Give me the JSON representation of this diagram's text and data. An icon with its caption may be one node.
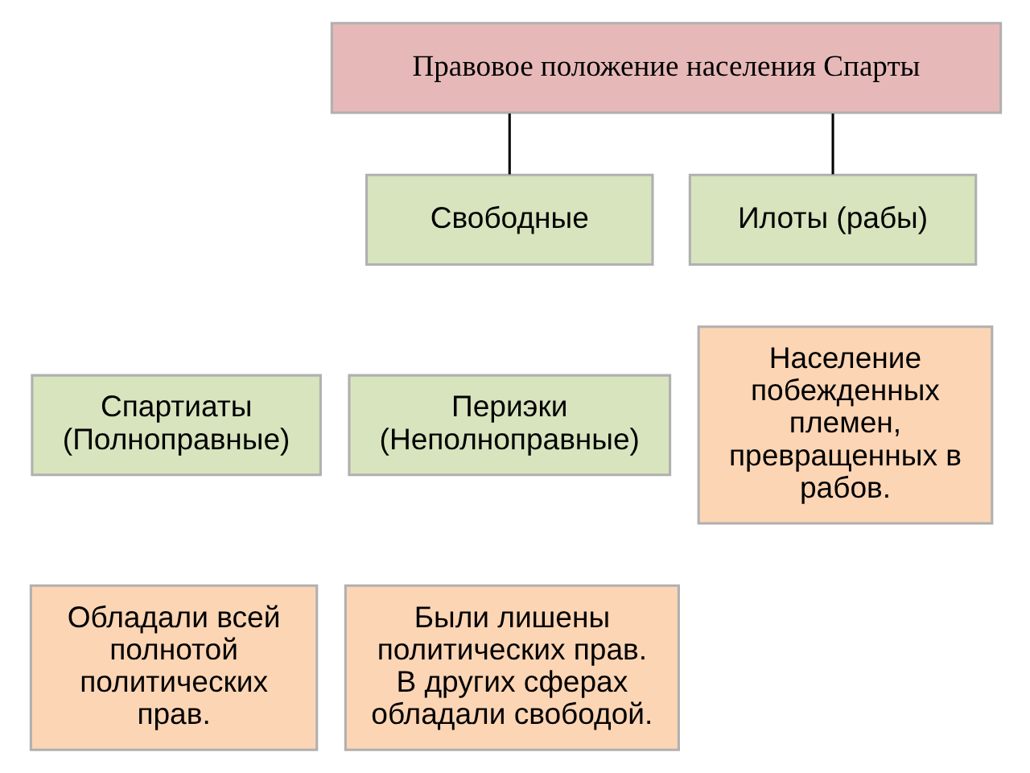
{
  "diagram": {
    "nodes": [
      {
        "text": [
          "Правовое положение населения Спарты"
        ]
      },
      {
        "text": [
          "Свободные"
        ]
      },
      {
        "text": [
          "Илоты (рабы)"
        ]
      },
      {
        "text": [
          "Спартиаты (Полноправные)"
        ]
      },
      {
        "text": [
          "Периэки (Неполноправные)"
        ]
      },
      {
        "text": [
          "Население побежденных племен, превращенных в рабов."
        ]
      },
      {
        "text": [
          "Обладали всей полнотой политических прав."
        ]
      },
      {
        "text": [
          "Были лишены политических прав. В других сферах обладали свободой."
        ]
      }
    ],
    "edges": [
      {
        "from": 0,
        "to": 1,
        "arrow": "none"
      },
      {
        "from": 0,
        "to": 2,
        "arrow": "none"
      }
    ]
  }
}
